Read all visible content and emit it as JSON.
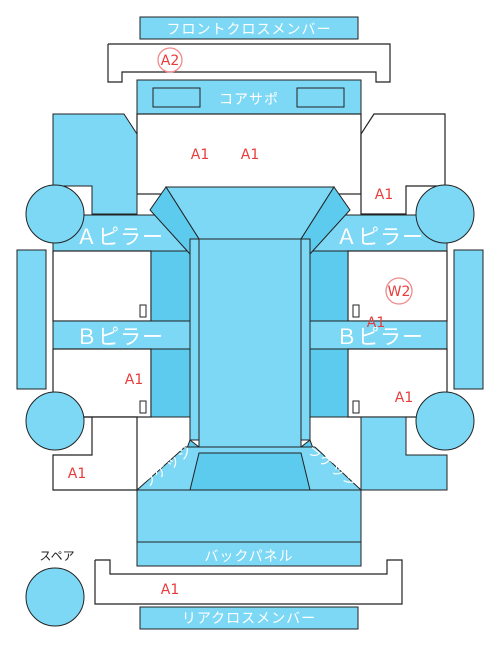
{
  "labels": {
    "front_cross_member": "フロントクロスメンバー",
    "core_support": "コアサポ",
    "a_pillar_left": "Ａピラー",
    "a_pillar_right": "Ａピラー",
    "b_pillar_left": "Ｂピラー",
    "b_pillar_right": "Ｂピラー",
    "back_panel": "バックパネル",
    "rear_cross_member": "リアクロスメンバー",
    "spare": "スペア",
    "trunk_left": "ラゲッジ",
    "trunk_right": "ラゲッジ"
  },
  "marks": {
    "a2_front": "A2",
    "a1_hood_1": "A1",
    "a1_hood_2": "A1",
    "a1_front_right": "A1",
    "w2_right": "W2",
    "a1_right_door": "A1",
    "a1_left_rear": "A1",
    "a1_right_rear": "A1",
    "a1_left_bottom": "A1",
    "a1_rear_cross": "A1"
  },
  "colors": {
    "part_fill": "#7dd8f5",
    "part_dark": "#5ccbee",
    "mark_red": "#e83c3c"
  }
}
